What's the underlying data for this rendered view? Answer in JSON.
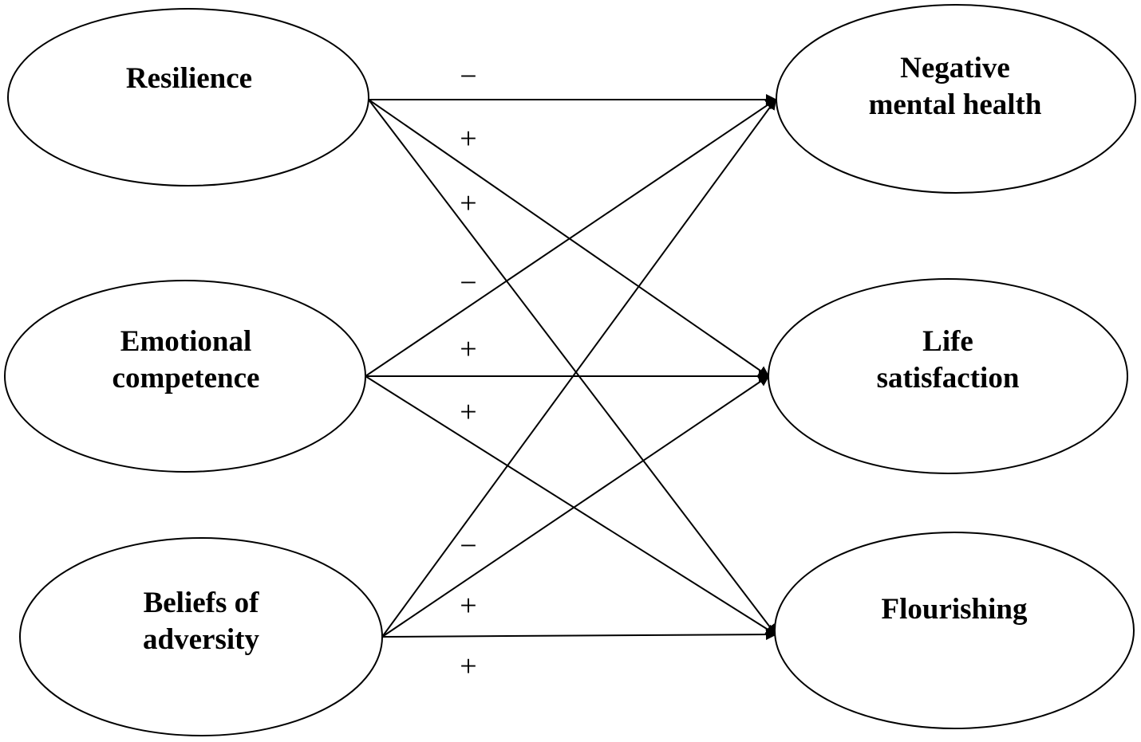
{
  "diagram": {
    "colors": {
      "stroke": "#000000",
      "background": "#ffffff"
    },
    "nodes": {
      "resilience": {
        "lines": [
          "Resilience"
        ]
      },
      "emotional": {
        "lines": [
          "Emotional",
          "competence"
        ]
      },
      "beliefs": {
        "lines": [
          "Beliefs of",
          "adversity"
        ]
      },
      "negative": {
        "lines": [
          "Negative",
          "mental health"
        ]
      },
      "life": {
        "lines": [
          "Life",
          "satisfaction"
        ]
      },
      "flourishing": {
        "lines": [
          "Flourishing"
        ]
      }
    },
    "edges": [
      {
        "from": "resilience",
        "to": "negative",
        "sign": "−"
      },
      {
        "from": "resilience",
        "to": "life",
        "sign": "+"
      },
      {
        "from": "resilience",
        "to": "flourishing",
        "sign": "+"
      },
      {
        "from": "emotional",
        "to": "negative",
        "sign": "−"
      },
      {
        "from": "emotional",
        "to": "life",
        "sign": "+"
      },
      {
        "from": "emotional",
        "to": "flourishing",
        "sign": "+"
      },
      {
        "from": "beliefs",
        "to": "negative",
        "sign": "−"
      },
      {
        "from": "beliefs",
        "to": "life",
        "sign": "+"
      },
      {
        "from": "beliefs",
        "to": "flourishing",
        "sign": "+"
      }
    ]
  }
}
